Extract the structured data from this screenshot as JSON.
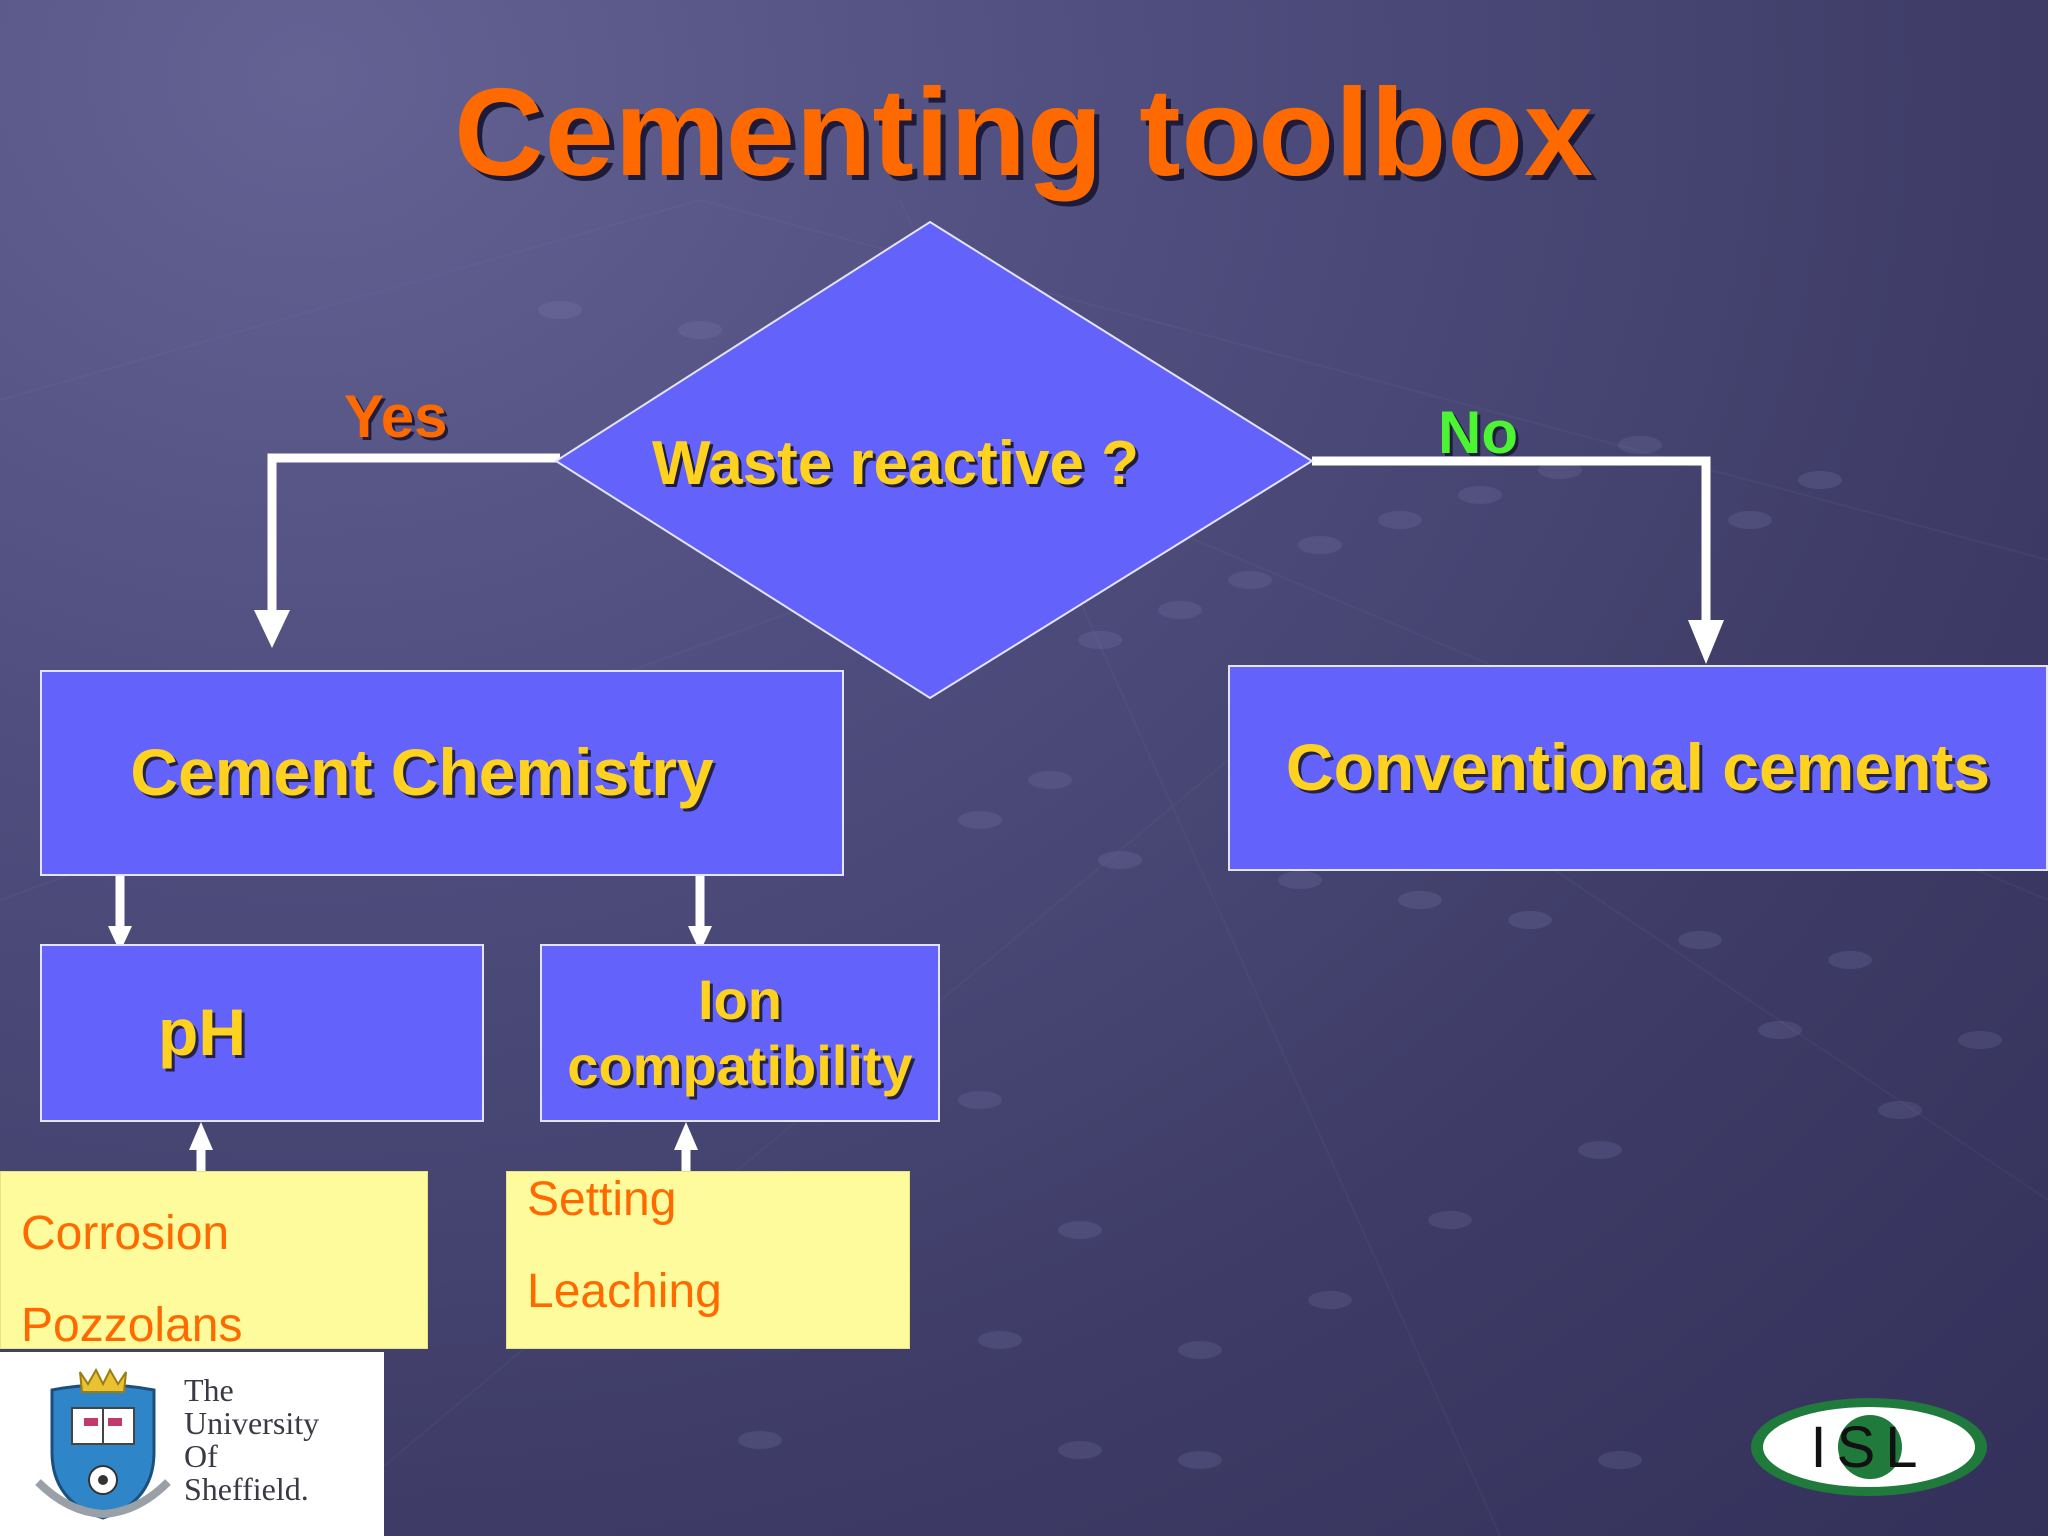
{
  "slide": {
    "title": "Cementing toolbox",
    "decision": {
      "text": "Waste reactive ?"
    },
    "branch_yes": "Yes",
    "branch_no": "No",
    "boxes": {
      "cement_chemistry": "Cement Chemistry",
      "conventional_cements": "Conventional cements",
      "ph": "pH",
      "ion_compatibility_line1": "Ion",
      "ion_compatibility_line2": "compatibility"
    },
    "notes_left": [
      "Corrosion",
      "Pozzolans"
    ],
    "notes_right": [
      "Setting",
      "Leaching"
    ],
    "colors": {
      "title": "#ff6a00",
      "box_fill": "#6363fb",
      "box_text": "#ffd21f",
      "yes": "#ff6a00",
      "no": "#4cf531",
      "note_fill": "#fdfb9c",
      "note_text": "#ff6a00",
      "arrow": "#ffffff"
    }
  },
  "logos": {
    "university": {
      "lines": [
        "The",
        "University",
        "Of",
        "Sheffield."
      ],
      "icon": "university-crest-icon"
    },
    "isl": {
      "text": "ISL",
      "icon": "isl-logo-icon"
    }
  }
}
